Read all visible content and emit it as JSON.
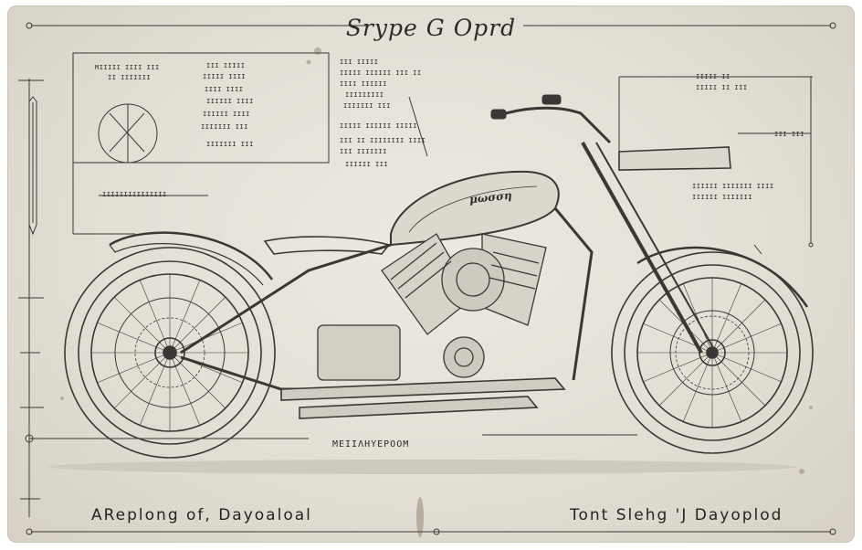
{
  "poster": {
    "title": "Srype G Oprd",
    "bottom_left_text": "AReplong of, Dayoaloal",
    "bottom_right_text": "Tont Slehg  'J Dayoplod",
    "tank_brand": "μωσση",
    "plate_text": "ΜΕΙΙΛΗΥΕΡΟΟΜ"
  },
  "labels": {
    "legend_a": "ΜΙΙΙΙΙ ΙΙΙΙ ΙΙΙ",
    "legend_b": "ΙΙ ΙΙΙΙΙΙΙ",
    "legend_c": "ΙΙΙΙΙΙΙΙΙΙΙΙΙΙΙ",
    "list_1": "ΙΙΙ ΙΙΙΙΙ",
    "list_2": "ΙΙΙΙΙ ΙΙΙΙ",
    "list_3": "ΙΙΙΙ ΙΙΙΙ",
    "list_4": "ΙΙΙΙΙΙ ΙΙΙΙ",
    "list_5": "ΙΙΙΙΙΙ ΙΙΙΙ",
    "list_6": "ΙΙΙΙΙΙΙ ΙΙΙ",
    "list_7": "ΙΙΙΙΙΙΙ ΙΙΙ",
    "mid_1": "ΙΙΙ ΙΙΙΙΙ",
    "mid_2": "ΙΙΙΙΙ ΙΙΙΙΙΙ ΙΙΙ ΙΙ",
    "mid_3": "ΙΙΙΙ ΙΙΙΙΙΙ",
    "mid_4": "ΙΙΙΙΙΙΙΙΙ",
    "mid_5": "ΙΙΙΙΙΙΙ ΙΙΙ",
    "mid_6": "ΙΙΙΙΙ ΙΙΙΙΙΙ ΙΙΙΙΙ",
    "mid_7": "ΙΙΙ ΙΙ ΙΙΙΙΙΙΙΙ ΙΙΙΙ",
    "mid_8": "ΙΙΙ ΙΙΙΙΙΙΙ",
    "mid_9": "ΙΙΙΙΙΙ ΙΙΙ",
    "right_1": "ΙΙΙΙΙ ΙΙ",
    "right_2": "ΙΙΙΙΙ ΙΙ ΙΙΙ",
    "right_3": "ΙΙΙ ΙΙΙ",
    "right_4": "ΙΙΙΙΙΙ ΙΙΙΙΙΙΙ ΙΙΙΙ",
    "right_5": "ΙΙΙΙΙΙ ΙΙΙΙΙΙΙ"
  },
  "colors": {
    "paper": "#e6e2d8",
    "ink": "#2a2926"
  }
}
